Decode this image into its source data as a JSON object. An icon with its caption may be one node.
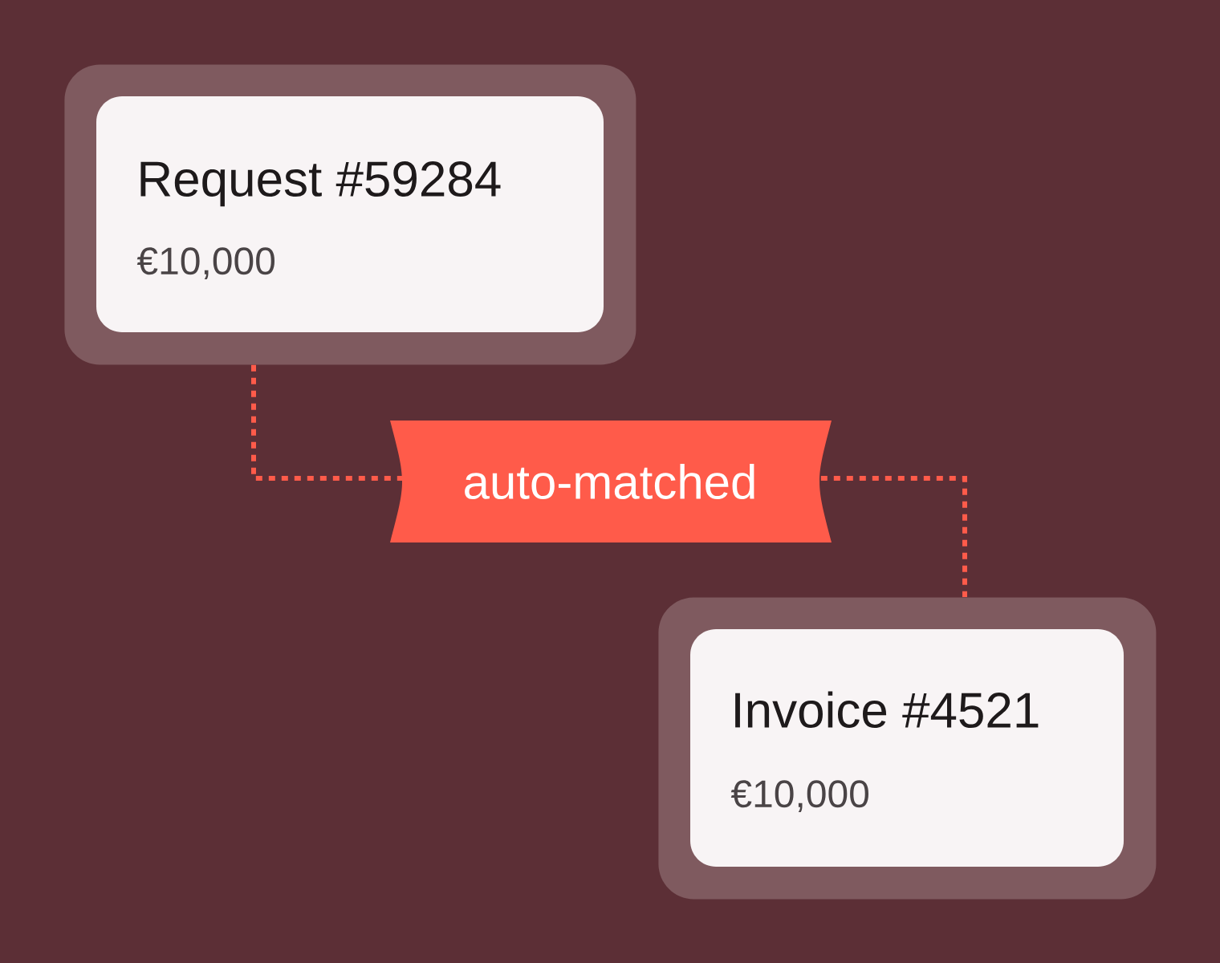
{
  "diagram": {
    "nodes": [
      {
        "text": [
          "Request #59284",
          "€10,000"
        ]
      },
      {
        "text": [
          "Invoice #4521",
          "€10,000"
        ]
      }
    ],
    "edges": [
      {
        "from": 0,
        "to": 1,
        "arrow": "none",
        "label": "auto-matched",
        "style": "dashed"
      }
    ]
  }
}
